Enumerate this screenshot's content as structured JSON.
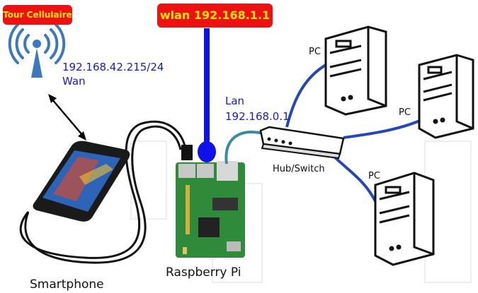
{
  "badges": {
    "tower": "Tour Cellulaire",
    "wlan": "wlan 192.168.1.1"
  },
  "labels": {
    "wan_ip": "192.168.42.215/24",
    "wan": "Wan",
    "lan": "Lan",
    "lan_ip": "192.168.0.1",
    "hub": "Hub/Switch",
    "pc1": "PC",
    "pc2": "PC",
    "pc3": "PC",
    "raspberry": "Raspberry Pi",
    "smartphone": "Smartphone"
  },
  "colors": {
    "badge_bg": "#ee1111",
    "badge_text": "#ffe600",
    "blue_text": "#1a1acc",
    "cable_blue": "#2448b8",
    "wlan_blue": "#1010e8",
    "lan_cable": "#3a8aa0",
    "tower": "#3a78c0",
    "board": "#2f8a3a"
  },
  "icons": [
    "cell-tower-icon",
    "smartphone-icon",
    "raspberry-pi-icon",
    "hub-switch-icon",
    "pc-tower-icon"
  ]
}
